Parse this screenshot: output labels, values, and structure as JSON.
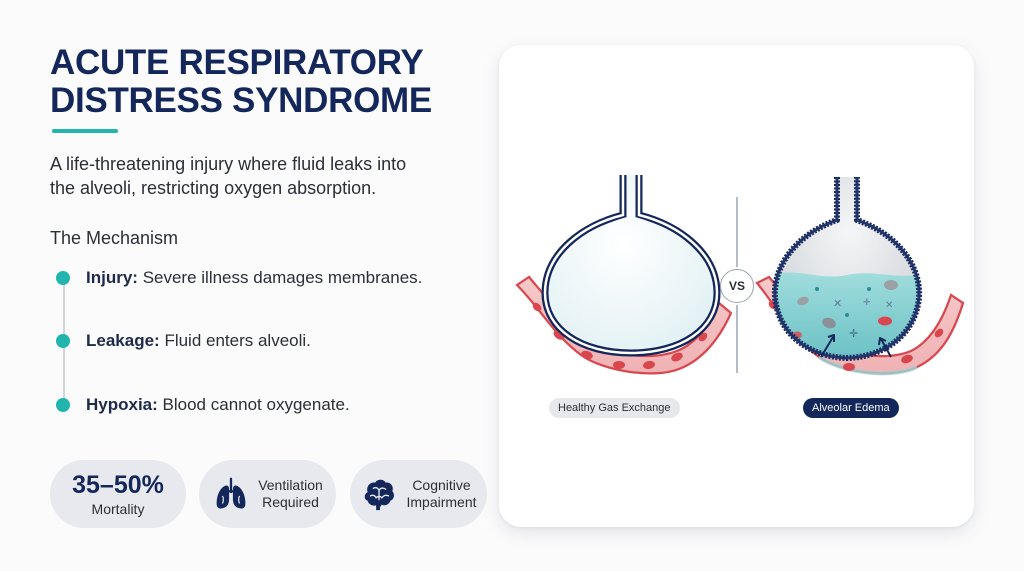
{
  "header": {
    "title_line1": "ACUTE RESPIRATORY",
    "title_line2": "DISTRESS SYNDROME",
    "subtitle_line1": "A life-threatening injury where fluid leaks into",
    "subtitle_line2": "the alveoli, restricting oxygen absorption."
  },
  "mechanism": {
    "title": "The Mechanism",
    "steps": [
      {
        "term": "Injury:",
        "text": "Severe illness damages membranes."
      },
      {
        "term": "Leakage:",
        "text": "Fluid enters alveoli."
      },
      {
        "term": "Hypoxia:",
        "text": "Blood cannot oxygenate."
      }
    ]
  },
  "stats": {
    "mortality_value": "35–50%",
    "mortality_label": "Mortality",
    "ventilation_line1": "Ventilation",
    "ventilation_line2": "Required",
    "cognitive_line1": "Cognitive",
    "cognitive_line2": "Impairment",
    "icons": [
      "lungs-icon",
      "brain-icon"
    ]
  },
  "comparison": {
    "vs_label": "VS",
    "healthy_label": "Healthy Gas Exchange",
    "edema_label": "Alveolar Edema"
  },
  "colors": {
    "navy": "#14275a",
    "teal": "#22b5ad",
    "vessel_red": "#d9464e",
    "fluid": "#7fcfd0"
  }
}
